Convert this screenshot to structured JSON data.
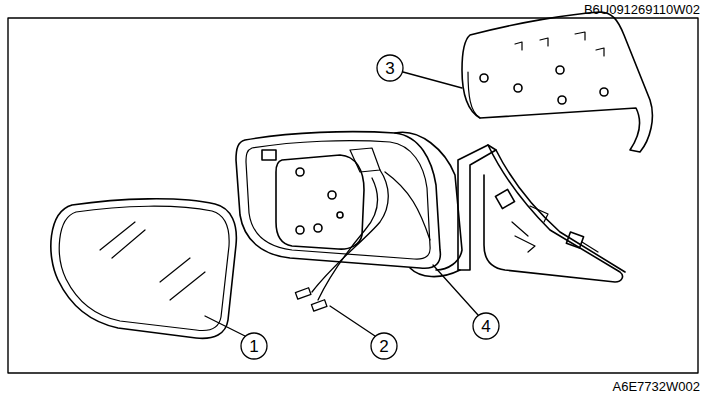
{
  "diagram": {
    "labels": [
      "B6U091269110W02",
      "3",
      "1",
      "2",
      "4",
      "A6E7732W002"
    ]
  }
}
